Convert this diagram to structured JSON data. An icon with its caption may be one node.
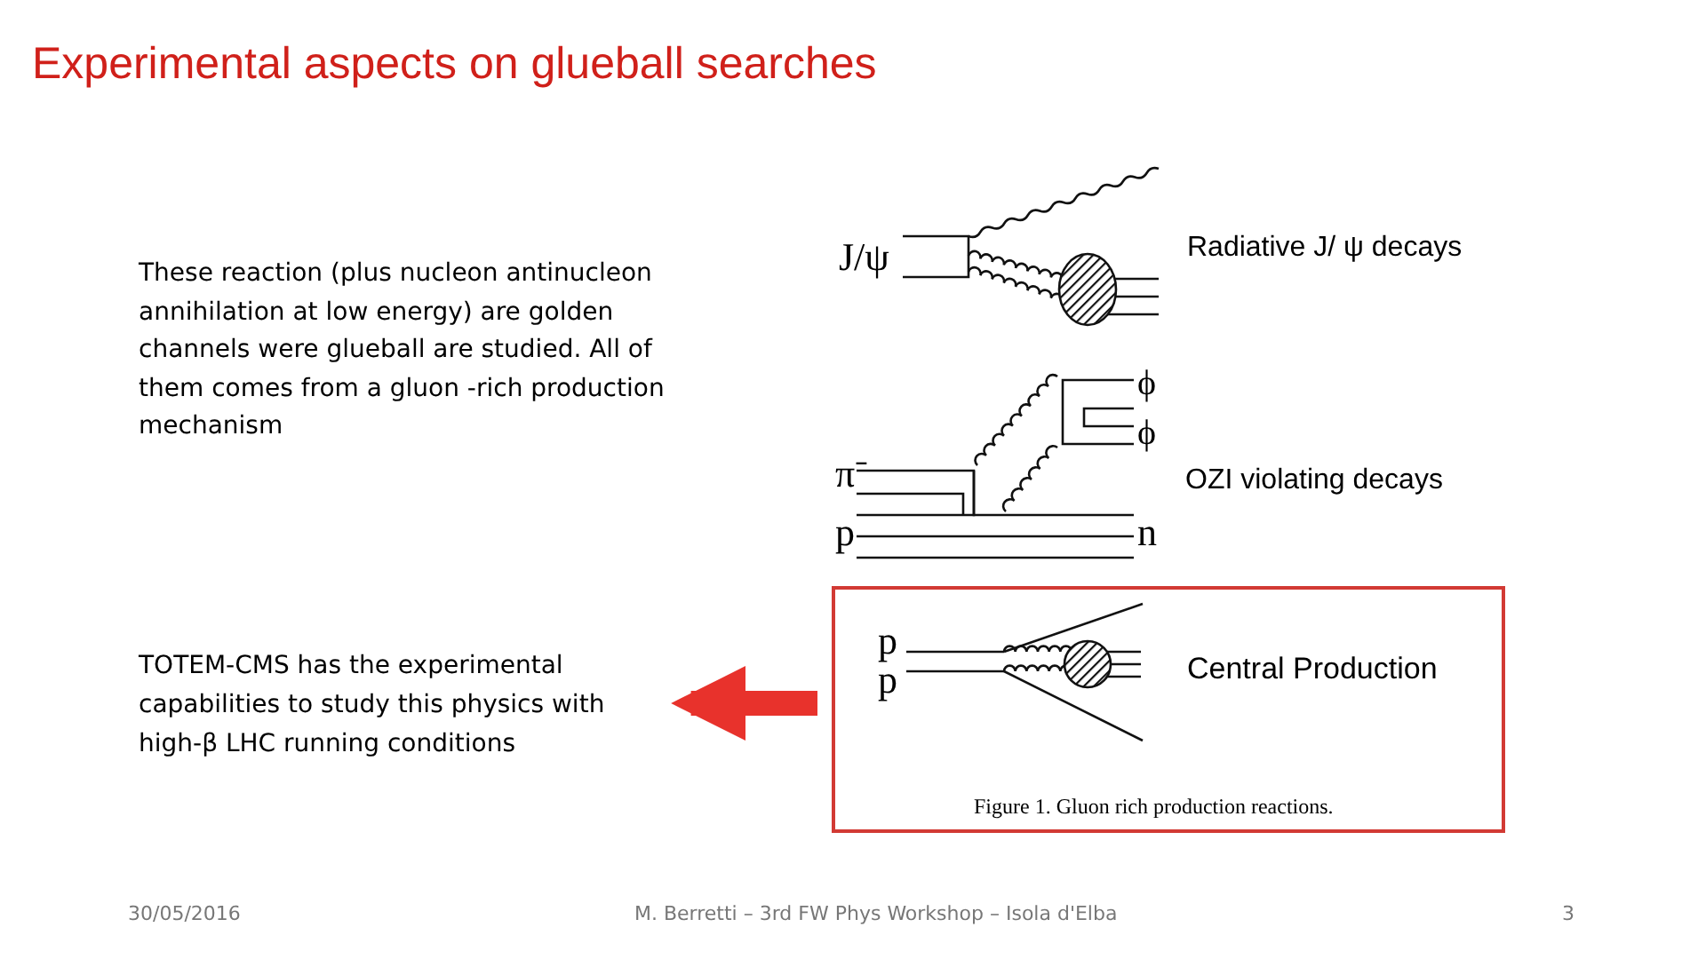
{
  "diagram": {
    "title": "Experimental aspects on glueball searches",
    "nodes": [
      {
        "text": [
          "TOTEM-CMS has the experimental capabilities to study this physics with high-β LHC running conditions"
        ]
      },
      {
        "text": [
          "p",
          "p",
          "Central Production",
          "Figure 1. Gluon rich production reactions."
        ]
      }
    ],
    "edges": [
      {
        "from": 1,
        "to": 0,
        "arrow": "to",
        "color": "#e8322c"
      }
    ],
    "labels": [
      "These reaction (plus nucleon antinucleon annihilation at low energy) are golden channels were glueball are studied. All of them comes from a gluon -rich production mechanism",
      "J/ψ",
      "Radiative J/ ψ decays",
      "ϕ",
      "ϕ",
      "π⁻",
      "p",
      "n",
      "OZI violating decays",
      "30/05/2016",
      "M. Berretti – 3rd FW Phys Workshop – Isola d'Elba",
      "3"
    ]
  }
}
